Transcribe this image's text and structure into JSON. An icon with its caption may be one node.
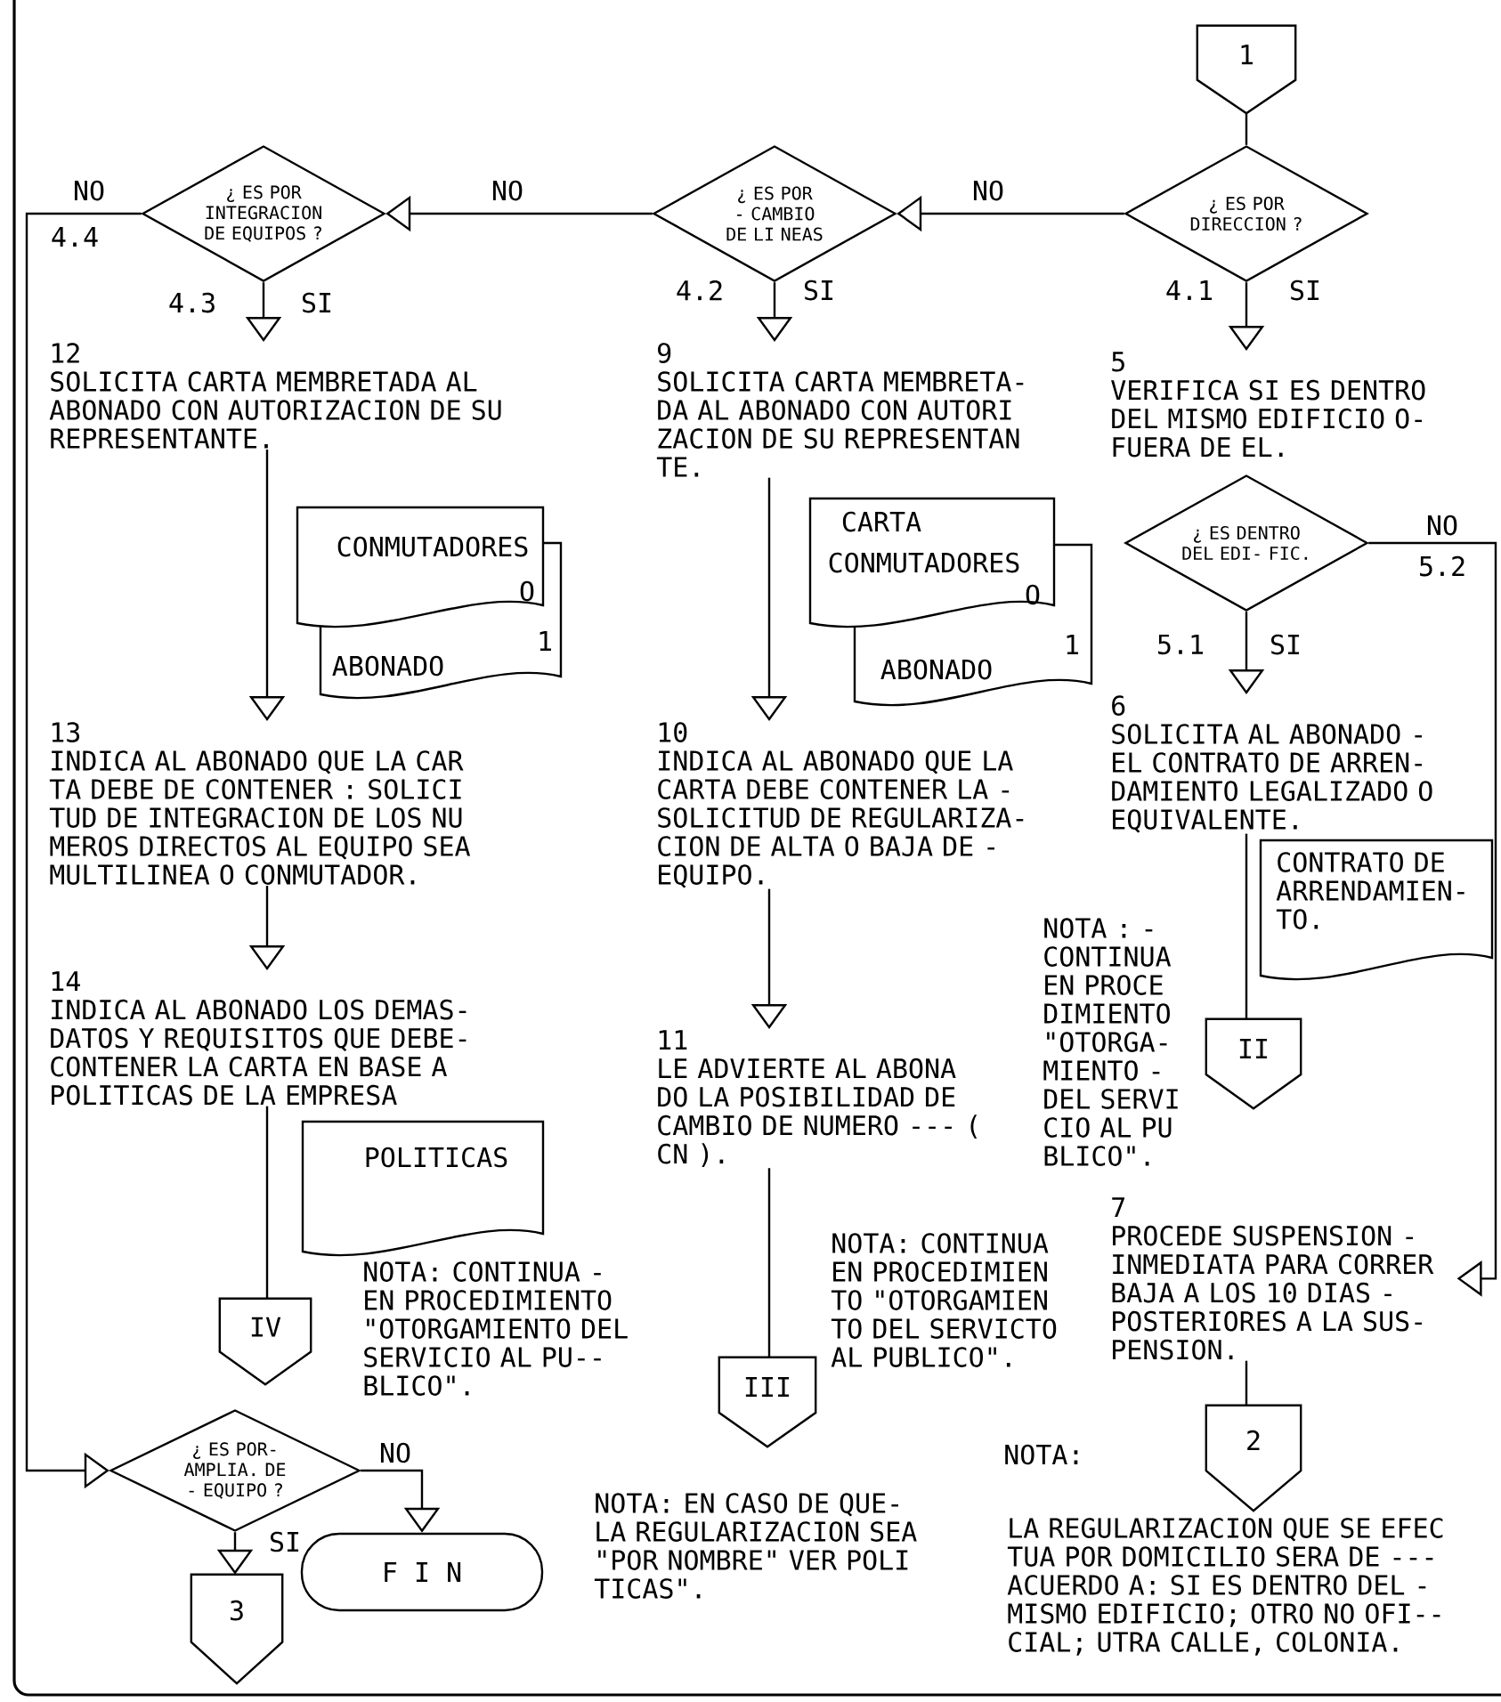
{
  "diagram": {
    "nodes": [
      {
        "text": [
          "1"
        ]
      },
      {
        "text": [
          "¿ ES POR DIRECCION ?"
        ]
      },
      {
        "text": [
          "¿ ES POR - CAMBIO DE LI NEAS"
        ]
      },
      {
        "text": [
          "¿ ES POR INTEGRACION DE EQUIPOS ?"
        ]
      },
      {
        "text": [
          "12",
          "SOLICITA CARTA MEMBRETADA AL ABONADO CON AUTORIZACION DE SU REPRESENTANTE."
        ]
      },
      {
        "text": [
          "CONMUTADORES",
          "O",
          "1",
          "ABONADO"
        ]
      },
      {
        "text": [
          "13",
          "INDICA AL ABONADO QUE LA CAR TA DEBE DE CONTENER : SOLICI TUD DE INTEGRACION DE LOS NU MEROS DIRECTOS AL EQUIPO SEA MULTILINEA O CONMUTADOR."
        ]
      },
      {
        "text": [
          "14",
          "INDICA AL ABONADO LOS DEMAS- DATOS Y REQUISITOS QUE DEBE- CONTENER LA CARTA EN BASE A POLITICAS DE LA EMPRESA"
        ]
      },
      {
        "text": [
          "POLITICAS"
        ]
      },
      {
        "text": [
          "IV"
        ]
      },
      {
        "text": [
          "¿ ES POR- AMPLIA. DE - EQUIPO ?"
        ]
      },
      {
        "text": [
          "F I N"
        ]
      },
      {
        "text": [
          "3"
        ]
      },
      {
        "text": [
          "9",
          "SOLICITA CARTA MEMBRETA- DA AL ABONADO CON AUTORI ZACION DE SU REPRESENTAN TE."
        ]
      },
      {
        "text": [
          "CARTA",
          "CONMUTADORES",
          "O",
          "1",
          "ABONADO"
        ]
      },
      {
        "text": [
          "10",
          "INDICA AL ABONADO QUE LA CARTA DEBE CONTENER LA - SOLICITUD DE REGULARIZA- CION DE ALTA O BAJA DE - EQUIPO."
        ]
      },
      {
        "text": [
          "11",
          "LE ADVIERTE AL ABONA DO LA POSIBILIDAD DE CAMBIO DE NUMERO --- ( CN )."
        ]
      },
      {
        "text": [
          "III"
        ]
      },
      {
        "text": [
          "5",
          "VERIFICA SI ES DENTRO DEL MISMO EDIFICIO O- FUERA DE EL."
        ]
      },
      {
        "text": [
          "¿ ES DENTRO DEL EDI- FIC."
        ]
      },
      {
        "text": [
          "6",
          "SOLICITA AL ABONADO - EL CONTRATO DE ARREN- DAMIENTO LEGALIZADO O EQUIVALENTE."
        ]
      },
      {
        "text": [
          "CONTRATO DE ARRENDAMIEN- TO."
        ]
      },
      {
        "text": [
          "II"
        ]
      },
      {
        "text": [
          "7",
          "PROCEDE SUSPENSION - INMEDIATA PARA CORRER BAJA A LOS 10 DIAS - POSTERIORES A LA SUS- PENSION."
        ]
      },
      {
        "text": [
          "2"
        ]
      }
    ],
    "edges": [
      {
        "from": 0,
        "to": 1,
        "arrow": "none"
      },
      {
        "from": 1,
        "to": 2,
        "arrow": "to",
        "label": "NO"
      },
      {
        "from": 2,
        "to": 3,
        "arrow": "to",
        "label": "NO"
      },
      {
        "from": 1,
        "to": 18,
        "arrow": "to",
        "label": "SI"
      },
      {
        "from": 2,
        "to": 13,
        "arrow": "to",
        "label": "SI"
      },
      {
        "from": 3,
        "to": 4,
        "arrow": "to",
        "label": "SI"
      },
      {
        "from": 4,
        "to": 6,
        "arrow": "to"
      },
      {
        "from": 6,
        "to": 7,
        "arrow": "to"
      },
      {
        "from": 7,
        "to": 9,
        "arrow": "none"
      },
      {
        "from": 3,
        "to": 10,
        "arrow": "to",
        "label": "NO"
      },
      {
        "from": 10,
        "to": 11,
        "arrow": "to",
        "label": "NO"
      },
      {
        "from": 10,
        "to": 12,
        "arrow": "to",
        "label": "SI"
      },
      {
        "from": 13,
        "to": 15,
        "arrow": "to"
      },
      {
        "from": 15,
        "to": 16,
        "arrow": "to"
      },
      {
        "from": 16,
        "to": 17,
        "arrow": "none"
      },
      {
        "from": 19,
        "to": 20,
        "arrow": "to",
        "label": "SI"
      },
      {
        "from": 19,
        "to": 23,
        "arrow": "to",
        "label": "NO"
      },
      {
        "from": 20,
        "to": 22,
        "arrow": "none"
      },
      {
        "from": 23,
        "to": 24,
        "arrow": "none"
      }
    ],
    "labels": [
      "4.4",
      "4.3",
      "4.2",
      "4.1",
      "5.2",
      "5.1",
      "NOTA : - CONTINUA EN PROCE DIMIENTO \"OTORGA- MIENTO - DEL SERVI CIO AL PU BLICO\".",
      "NOTA: CONTINUA EN PROCEDIMIEN TO \"OTORGAMIEN TO DEL SERVICTO AL PUBLICO\".",
      "NOTA: CONTINUA - EN PROCEDIMIENTO \"OTORGAMIENTO DEL SERVICIO AL PU-- BLICO\".",
      "NOTA:",
      "NOTA: EN CASO DE QUE- LA REGULARIZACION SEA \"POR NOMBRE\" VER POLI TICAS\".",
      "LA REGULARIZACION QUE SE EFEC TUA POR DOMICILIO SERA DE --- ACUERDO A: SI ES DENTRO DEL - MISMO EDIFICIO; OTRO NO OFI-- CIAL; UTRA CALLE, COLONIA."
    ]
  }
}
